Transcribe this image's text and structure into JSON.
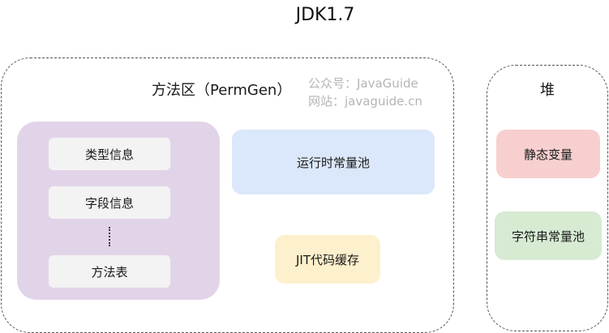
{
  "title": "JDK1.7",
  "watermark": {
    "line1": "公众号：JavaGuide",
    "line2": "网站：javaguide.cn"
  },
  "method_area": {
    "label": "方法区（PermGen）",
    "class_info_items": [
      "类型信息",
      "字段信息",
      "方法表"
    ],
    "runtime_constant_pool": "运行时常量池",
    "jit_cache": "JIT代码缓存"
  },
  "heap": {
    "label": "堆",
    "static_vars": "静态变量",
    "string_constant_pool": "字符串常量池"
  },
  "colors": {
    "class_info_bg": "#e2d4e8",
    "runtime_constant_pool_bg": "#dbe7fa",
    "jit_cache_bg": "#fdf0cc",
    "static_vars_bg": "#f8cfcf",
    "string_pool_bg": "#d7ebd3",
    "item_bg": "#f3f3f3"
  }
}
